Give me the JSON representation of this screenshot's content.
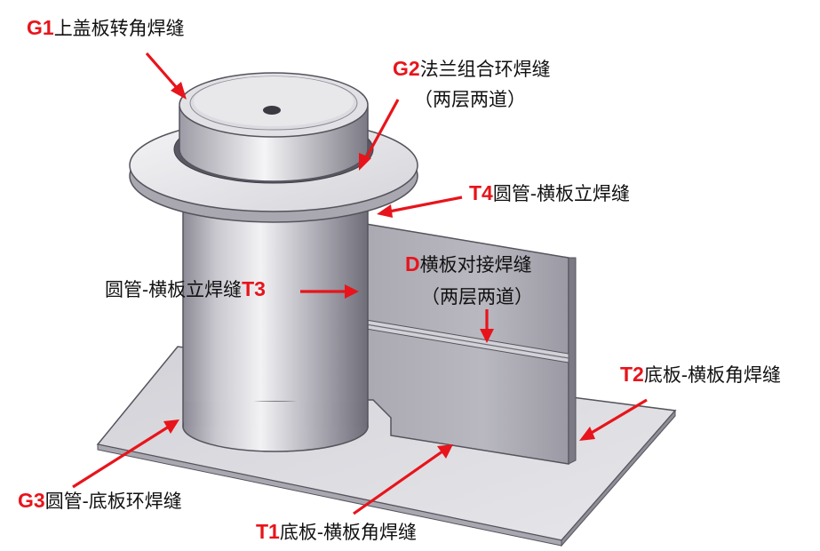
{
  "colors": {
    "arrow": "#e8141b",
    "steel_light": "#e9e9ec",
    "steel_mid": "#bdbcc4",
    "steel_dark": "#7d7b86",
    "plate": "#d9d9de"
  },
  "labels": {
    "g1": {
      "code": "G1",
      "text": "上盖板转角焊缝"
    },
    "g2": {
      "code": "G2",
      "text": "法兰组合环焊缝",
      "sub": "（两层两道）"
    },
    "t4": {
      "code": "T4",
      "text": "圆管-横板立焊缝"
    },
    "t3": {
      "code": "T3",
      "text": "圆管-横板立焊缝"
    },
    "d": {
      "code": "D",
      "text": "横板对接焊缝",
      "sub": "（两层两道）"
    },
    "t2": {
      "code": "T2",
      "text": "底板-横板角焊缝"
    },
    "g3": {
      "code": "G3",
      "text": "圆管-底板环焊缝"
    },
    "t1": {
      "code": "T1",
      "text": "底板-横板角焊缝"
    }
  }
}
